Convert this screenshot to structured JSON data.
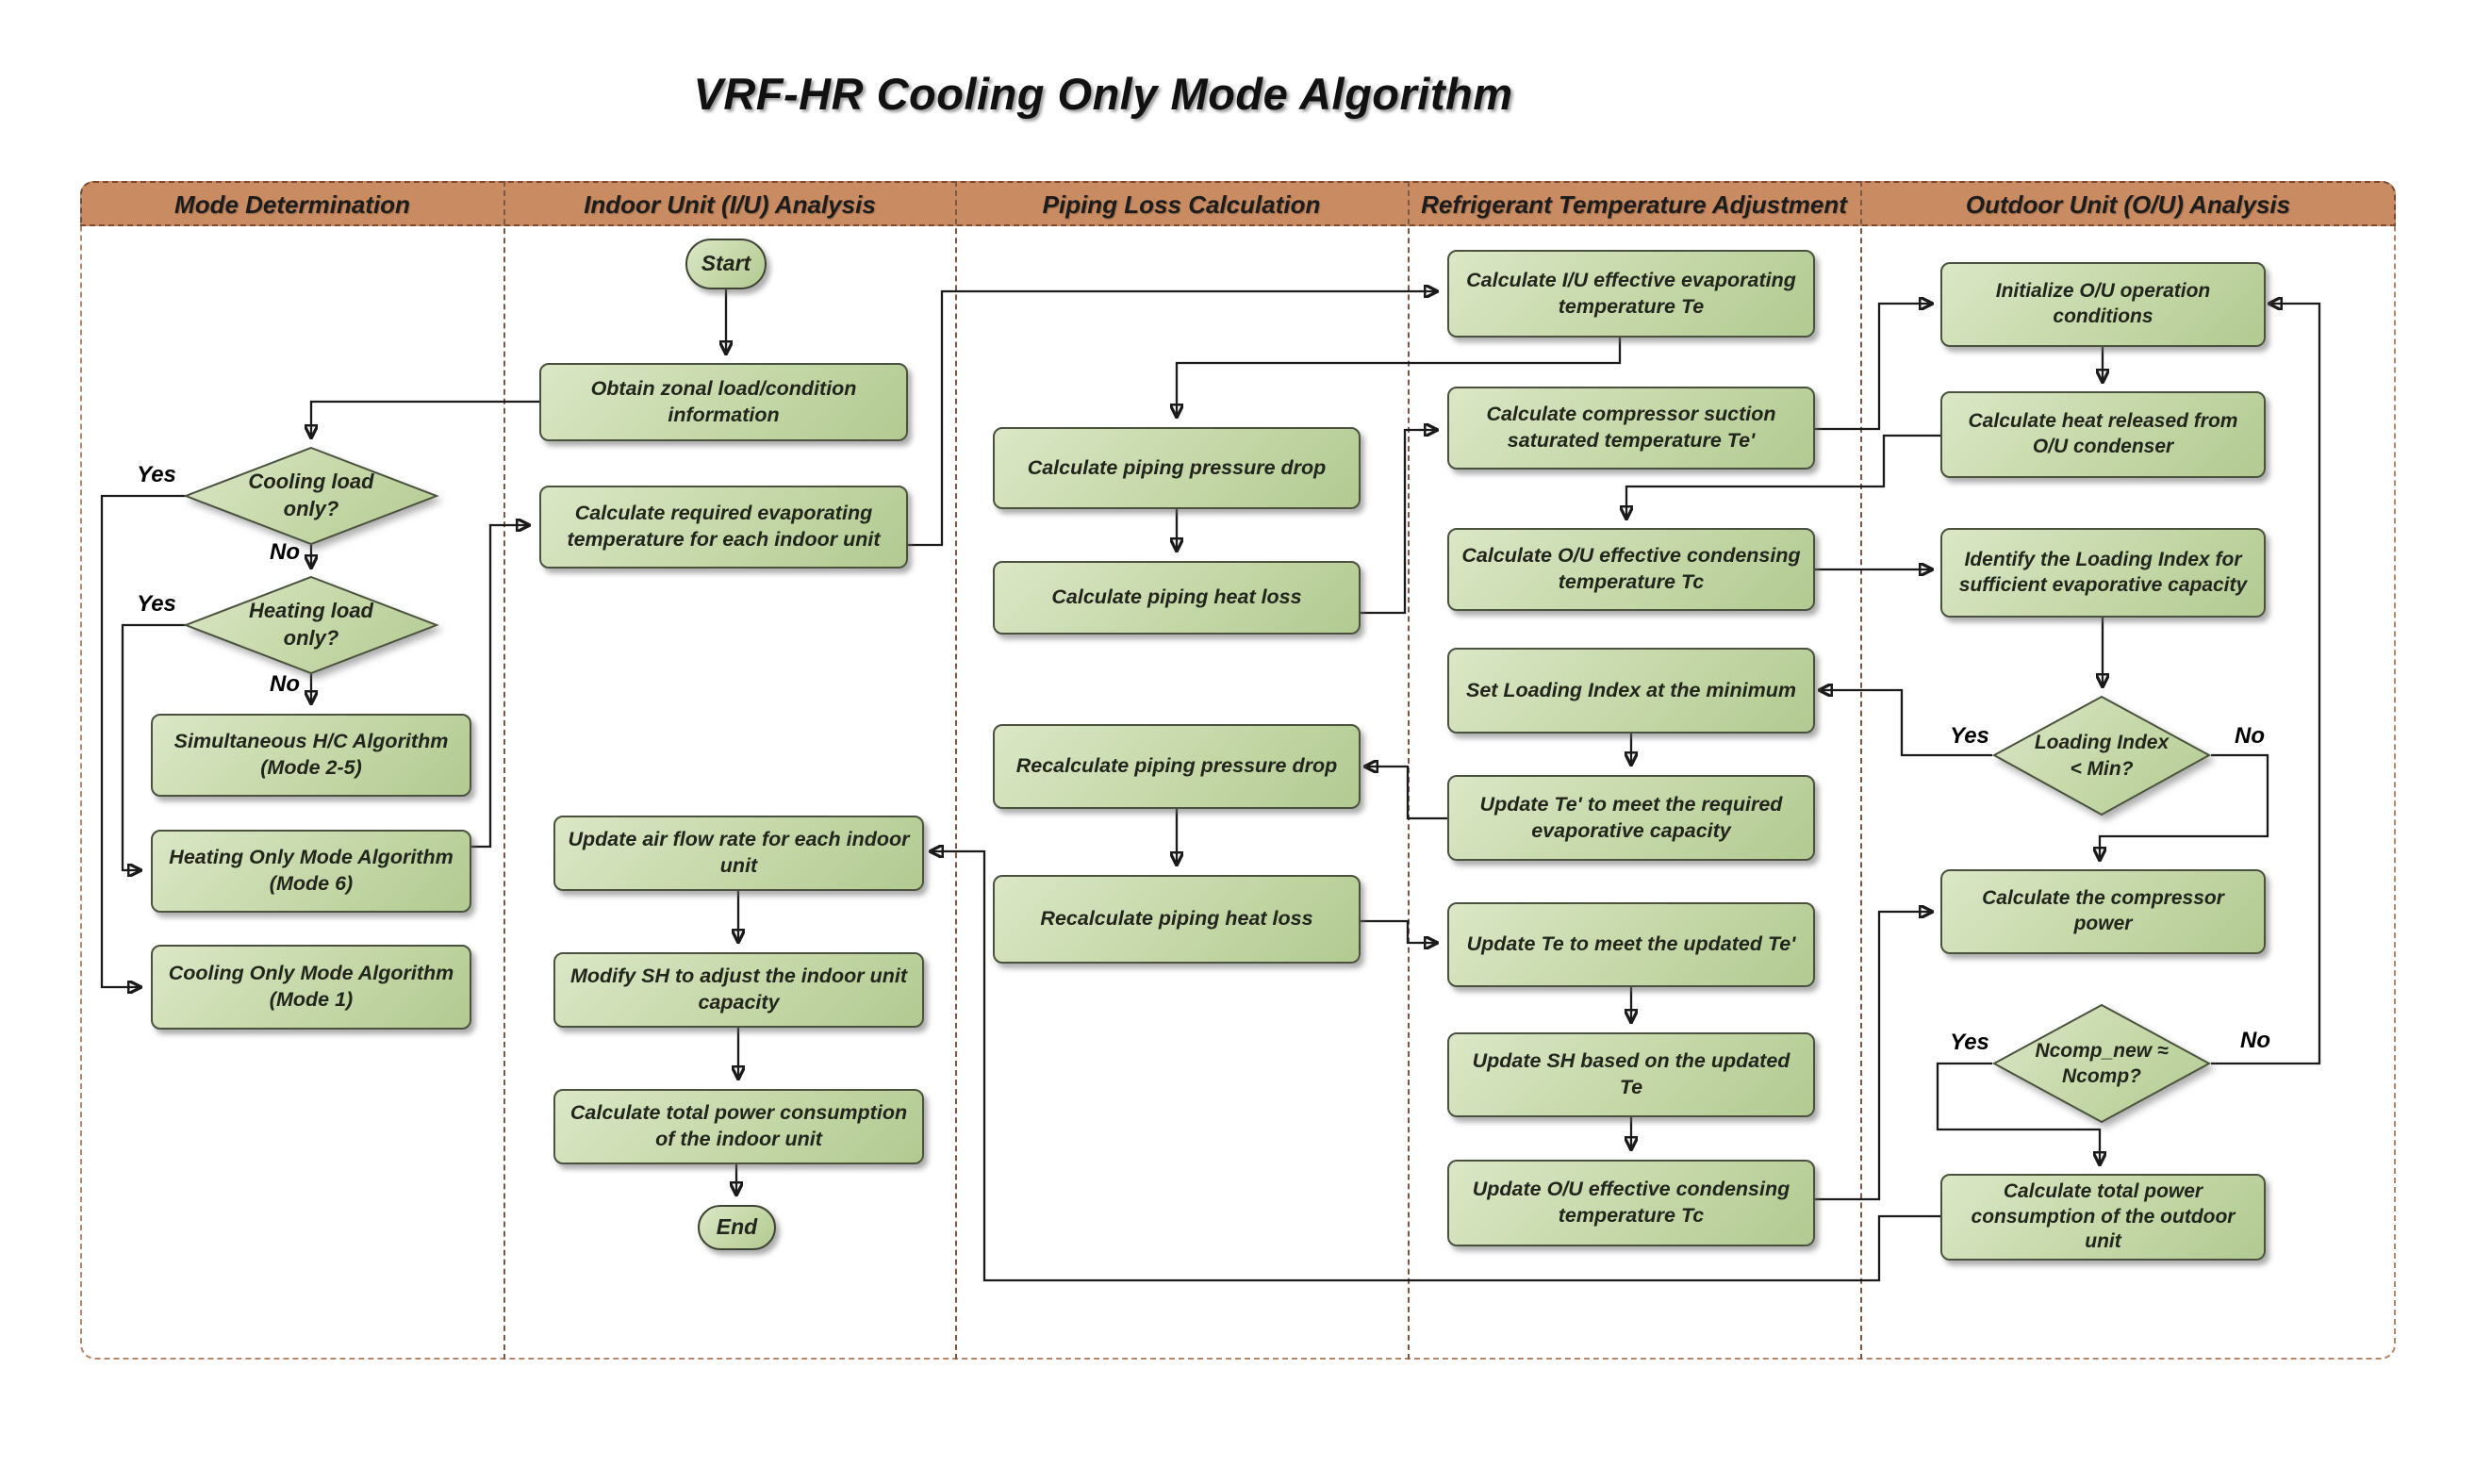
{
  "title": "VRF-HR Cooling Only Mode Algorithm",
  "lanes": [
    {
      "label": "Mode Determination"
    },
    {
      "label": "Indoor Unit (I/U) Analysis"
    },
    {
      "label": "Piping Loss Calculation"
    },
    {
      "label": "Refrigerant Temperature Adjustment"
    },
    {
      "label": "Outdoor Unit (O/U) Analysis"
    }
  ],
  "decision_labels": {
    "yes": "Yes",
    "no": "No"
  },
  "nodes": {
    "start": {
      "label": "Start"
    },
    "end": {
      "label": "End"
    },
    "obtain_zonal": {
      "label": "Obtain zonal load/condition information"
    },
    "calc_required_evap": {
      "label": "Calculate required evaporating temperature for each indoor unit"
    },
    "cooling_only_q": {
      "label": "Cooling load only?"
    },
    "heating_only_q": {
      "label": "Heating load only?"
    },
    "sim_hc": {
      "label": "Simultaneous H/C Algorithm (Mode 2-5)"
    },
    "heating_mode6": {
      "label": "Heating Only Mode Algorithm (Mode 6)"
    },
    "cooling_mode1": {
      "label": "Cooling Only Mode Algorithm (Mode 1)"
    },
    "update_airflow": {
      "label": "Update air flow rate for each indoor unit"
    },
    "modify_sh": {
      "label": "Modify SH to adjust the indoor unit capacity"
    },
    "total_power_indoor": {
      "label": "Calculate total power consumption of the indoor unit"
    },
    "calc_pressure_drop": {
      "label": "Calculate piping pressure drop"
    },
    "calc_heat_loss": {
      "label": "Calculate piping heat loss"
    },
    "recalc_pressure_drop": {
      "label": "Recalculate piping pressure drop"
    },
    "recalc_heat_loss": {
      "label": "Recalculate piping heat loss"
    },
    "calc_iu_te": {
      "label": "Calculate I/U effective evaporating temperature Te"
    },
    "calc_suction_te": {
      "label": "Calculate compressor suction saturated temperature Te'"
    },
    "calc_ou_tc": {
      "label": "Calculate O/U effective condensing temperature Tc"
    },
    "set_loading_min": {
      "label": "Set Loading Index at the minimum"
    },
    "update_te_prime": {
      "label": "Update Te' to meet the required evaporative capacity"
    },
    "update_te": {
      "label": "Update Te to meet the updated Te'"
    },
    "update_sh": {
      "label": "Update SH based on the updated Te"
    },
    "update_ou_tc": {
      "label": "Update O/U effective condensing temperature Tc"
    },
    "init_ou": {
      "label": "Initialize O/U operation conditions"
    },
    "heat_released": {
      "label": "Calculate heat released from O/U condenser"
    },
    "identify_loading": {
      "label": "Identify the Loading Index for sufficient evaporative capacity"
    },
    "loading_min_q": {
      "label": "Loading Index < Min?"
    },
    "calc_comp_power": {
      "label": "Calculate the compressor power"
    },
    "ncomp_q": {
      "label": "Ncomp_new ≈  Ncomp?"
    },
    "total_power_outdoor": {
      "label": "Calculate total power consumption of the outdoor unit"
    }
  },
  "colors": {
    "node_fill_light": "#dbe7c6",
    "node_fill_dark": "#b2ca92",
    "node_border": "#4a523e",
    "header_fill": "#c98b61",
    "header_border": "#7b4a33",
    "lane_divider": "#7c5848",
    "outer_border": "#b8866b",
    "edge": "#1a1a1a",
    "text": "#22251b"
  }
}
